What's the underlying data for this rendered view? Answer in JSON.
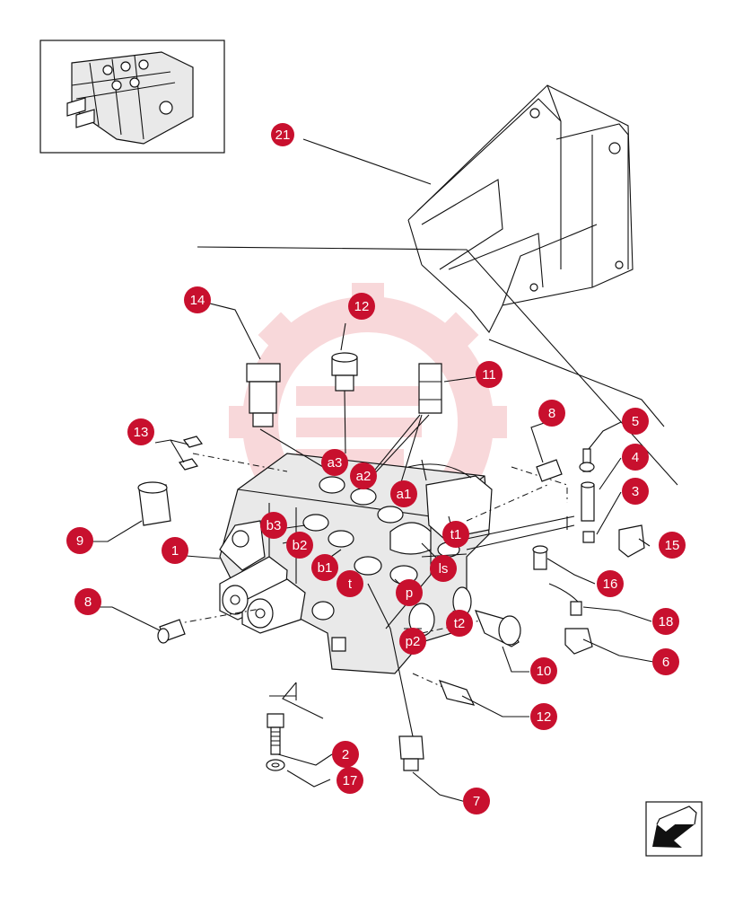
{
  "colors": {
    "callout": "#c8102e",
    "watermark": "#f4b9bd",
    "line": "#111111"
  },
  "callouts": {
    "c1": "1",
    "c2": "2",
    "c3": "3",
    "c4": "4",
    "c5": "5",
    "c6": "6",
    "c7": "7",
    "c8a": "8",
    "c8b": "8",
    "c9": "9",
    "c10": "10",
    "c11": "11",
    "c12a": "12",
    "c12b": "12",
    "c13": "13",
    "c14": "14",
    "c15": "15",
    "c16": "16",
    "c17": "17",
    "c18": "18",
    "c21": "21"
  },
  "ports": {
    "a1": "a1",
    "a2": "a2",
    "a3": "a3",
    "b1": "b1",
    "b2": "b2",
    "b3": "b3",
    "t": "t",
    "t1": "t1",
    "t2": "t2",
    "p": "p",
    "p2": "p2",
    "ls": "ls"
  },
  "icons": {
    "thumbnail": "valve-assembly-thumbnail-icon",
    "nav": "back-arrow-icon",
    "watermark": "gear-watermark-icon"
  }
}
